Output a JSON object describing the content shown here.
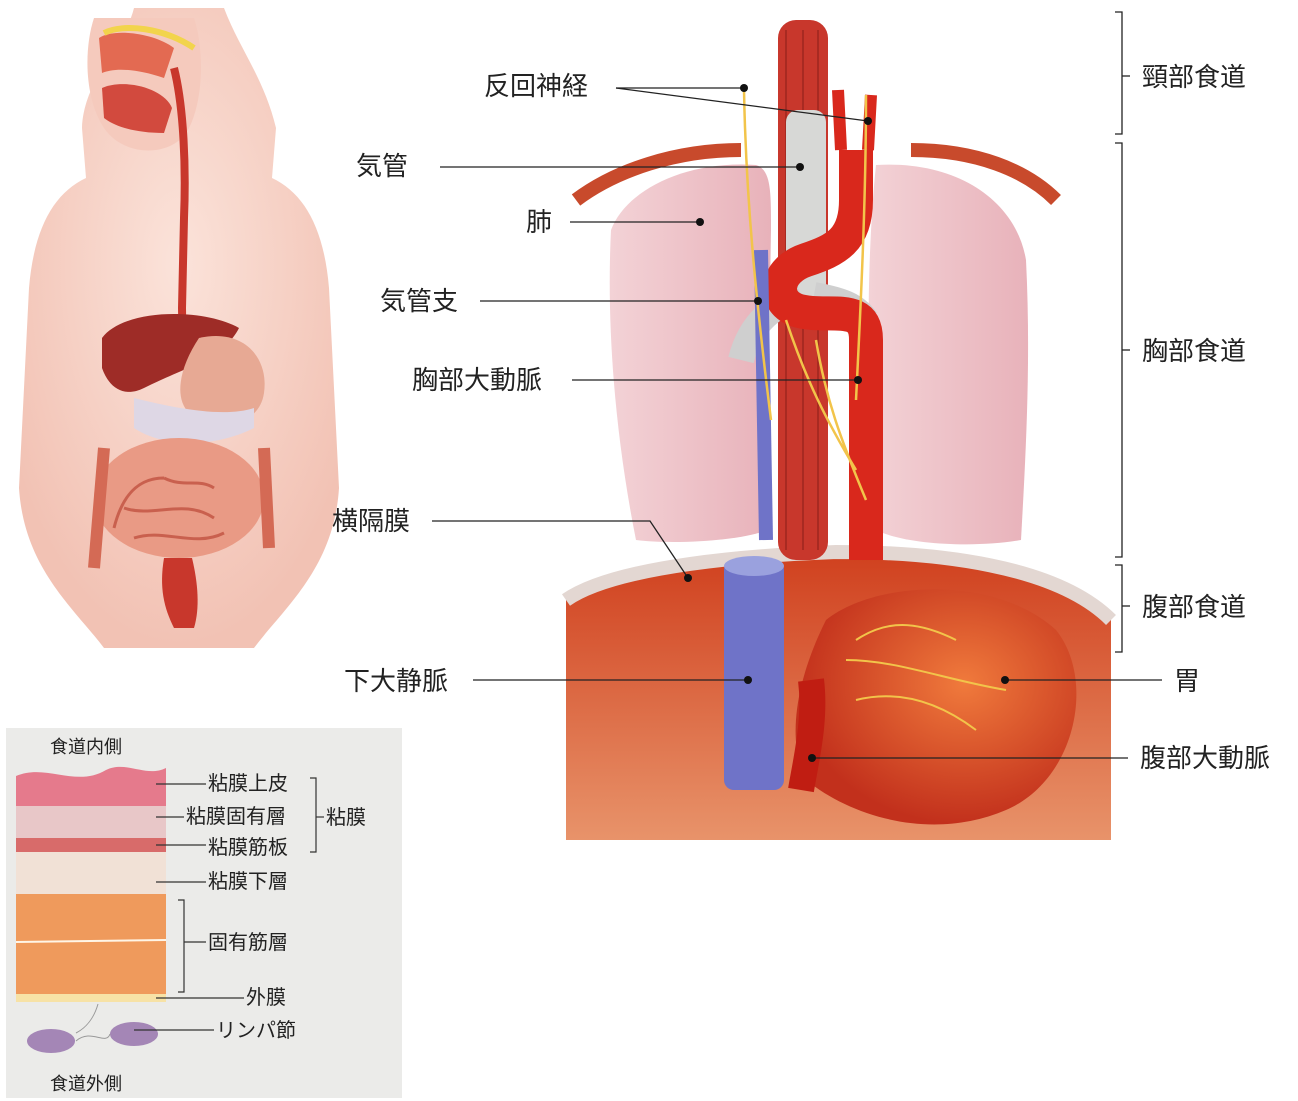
{
  "anatomy_labels": {
    "recurrent_nerve": "反回神経",
    "trachea": "気管",
    "lung": "肺",
    "bronchus": "気管支",
    "thoracic_aorta": "胸部大動脈",
    "diaphragm": "横隔膜",
    "ivc": "下大静脈",
    "stomach": "胃",
    "abdominal_aorta": "腹部大動脈"
  },
  "esophagus_sections": {
    "cervical": "頸部食道",
    "thoracic": "胸部食道",
    "abdominal": "腹部食道"
  },
  "wall_layers": {
    "inner_side": "食道内側",
    "outer_side": "食道外側",
    "epithelium": "粘膜上皮",
    "lamina_propria": "粘膜固有層",
    "muscularis_mucosae": "粘膜筋板",
    "mucosa": "粘膜",
    "submucosa": "粘膜下層",
    "muscularis_propria": "固有筋層",
    "adventitia": "外膜",
    "lymph_node": "リンパ節"
  },
  "colors": {
    "artery": "#d9281c",
    "vein": "#6f73c8",
    "lung": "#ecc0c6",
    "stomach": "#d9411f",
    "muscle": "#ef9a5c",
    "mucosa": "#e57a8c",
    "lymph": "#a486b6"
  }
}
